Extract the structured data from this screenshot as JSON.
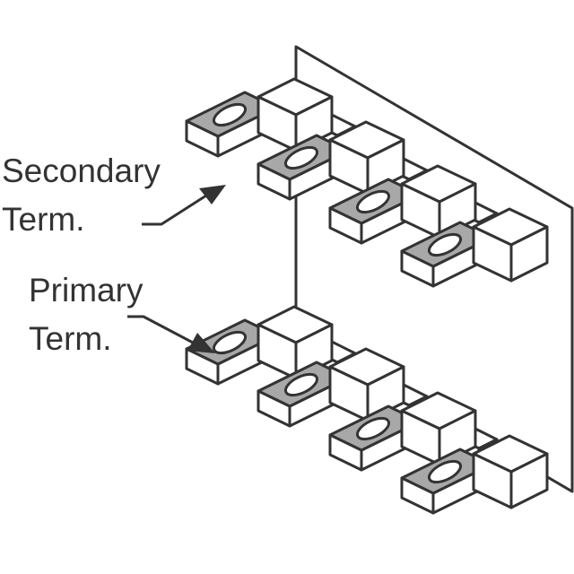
{
  "labels": {
    "secondary_line1": "Secondary",
    "secondary_line2": "Term.",
    "primary_line1": "Primary",
    "primary_line2": "Term."
  },
  "colors": {
    "outline": "#333333",
    "background": "#ffffff",
    "terminal_fill": "#a8a8a8"
  }
}
